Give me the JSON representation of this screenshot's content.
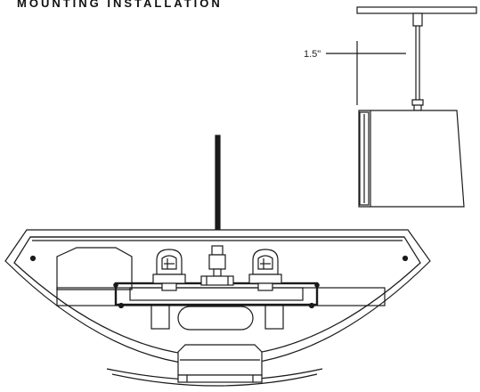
{
  "title": "MOUNTING INSTALLATION",
  "dimension_label": "1.5\"",
  "colors": {
    "line": "#1a1a1a",
    "background": "#ffffff"
  },
  "views": [
    "side-view",
    "section-view"
  ]
}
